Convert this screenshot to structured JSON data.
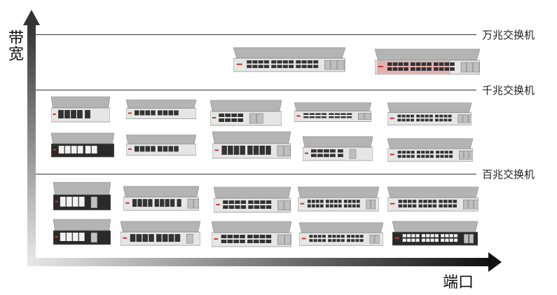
{
  "y_axis_label": "带宽",
  "x_axis_label": "端口",
  "tiers": [
    {
      "label": "万兆交换机"
    },
    {
      "label": "千兆交换机"
    },
    {
      "label": "百兆交换机"
    }
  ],
  "colors": {
    "axis_gradient_start": "#c8c8c8",
    "axis_gradient_end": "#111111",
    "line": "#333333",
    "switch_body": "#9a9a9a",
    "switch_face": "#2a2a2a",
    "port": "#ffffff",
    "sfp": "#bfbfbf",
    "red_stripe": "#d94a4a"
  }
}
